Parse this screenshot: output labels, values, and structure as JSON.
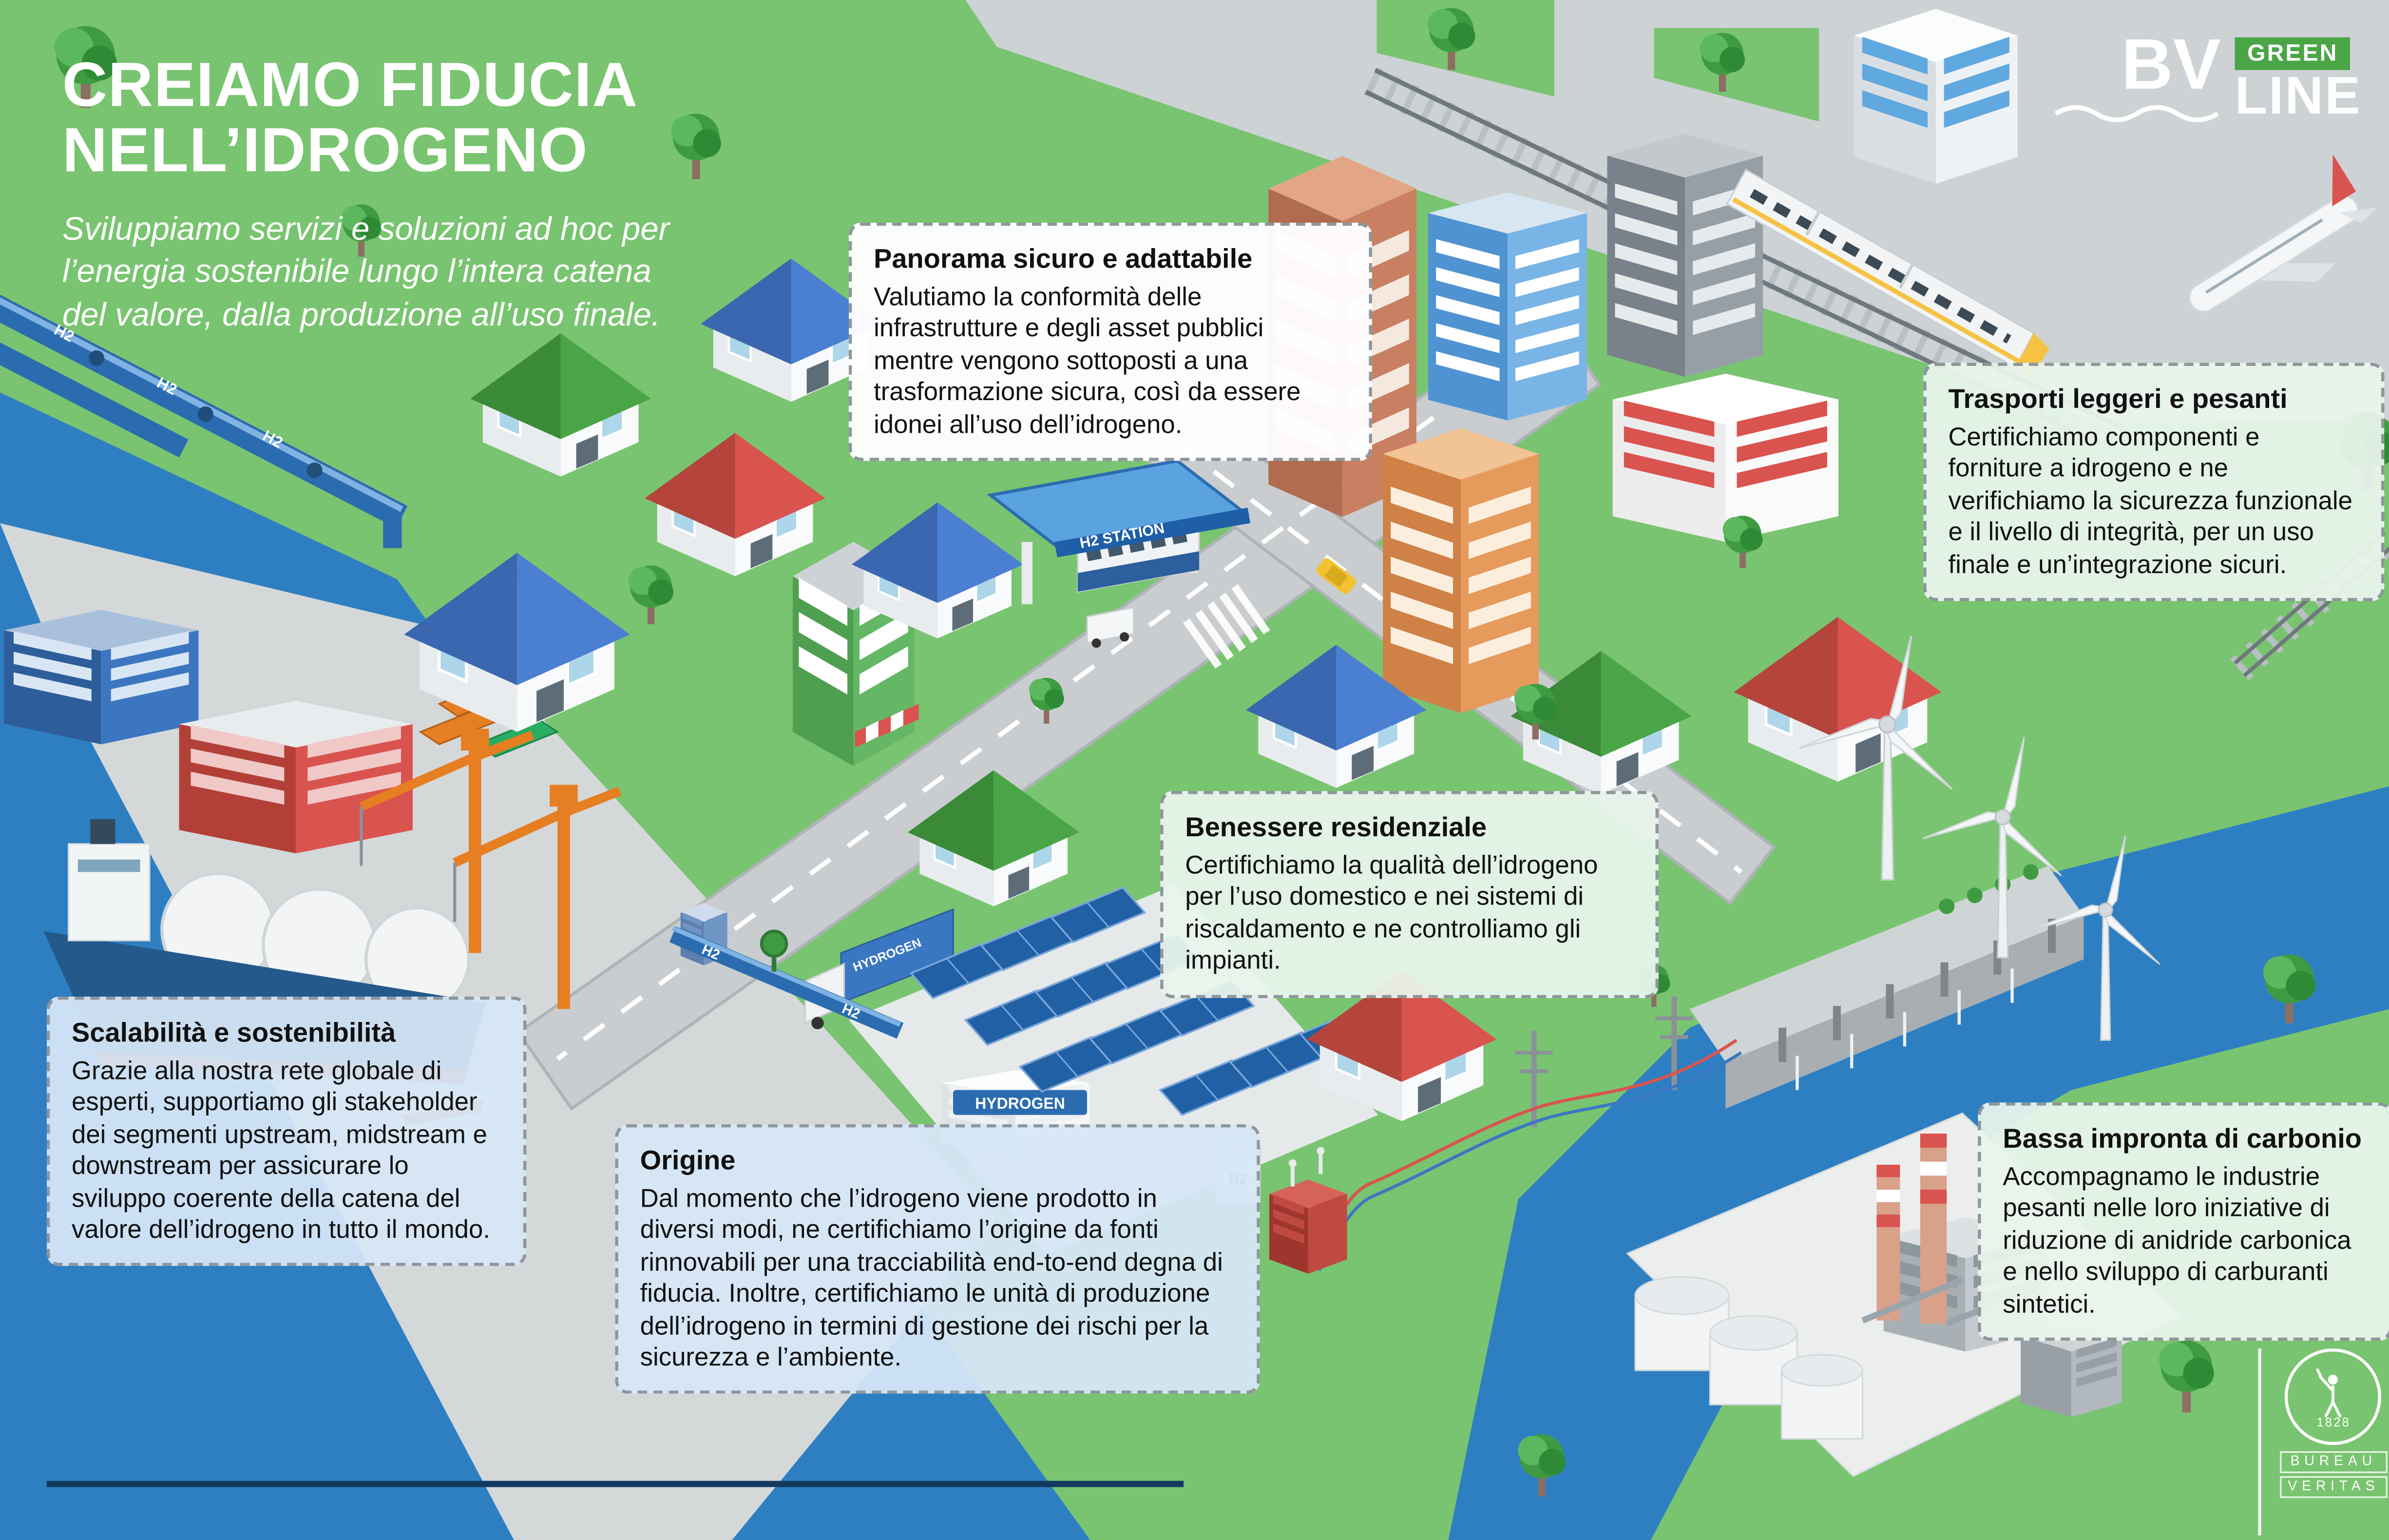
{
  "header": {
    "title_line1": "CREIAMO FIDUCIA",
    "title_line2": "NELL’IDROGENO",
    "subtitle": "Sviluppiamo servizi e soluzioni ad hoc per l’energia sostenibile lungo l’intera catena del valore, dalla produzione all’uso finale."
  },
  "logo": {
    "bv": "BV",
    "green": "GREEN",
    "line": "LINE"
  },
  "emblem": {
    "word1": "BUREAU",
    "word2": "VERITAS",
    "year": "1828"
  },
  "scene_labels": {
    "h2": "H2",
    "hydrogen": "HYDROGEN",
    "h2_station": "H2 STATION"
  },
  "callouts": [
    {
      "id": "panorama",
      "theme": "white",
      "title": "Panorama sicuro e adattabile",
      "body": "Valutiamo la conformità delle infrastrutture e degli asset pubblici mentre vengono sottoposti a una trasformazione sicura, così da essere idonei all’uso dell’idrogeno."
    },
    {
      "id": "trasporti",
      "theme": "green",
      "title": "Trasporti leggeri e pesanti",
      "body": "Certifichiamo componenti e forniture a idrogeno e ne verifichiamo la sicurezza funzionale e il livello di integrità, per un uso finale e un’integrazione sicuri."
    },
    {
      "id": "benessere",
      "theme": "green",
      "title": "Benessere residenziale",
      "body": "Certifichiamo la qualità dell’idrogeno per l’uso domestico e nei sistemi di riscaldamento e ne controlliamo gli impianti."
    },
    {
      "id": "scalabilita",
      "theme": "blue",
      "title": "Scalabilità e sostenibilità",
      "body": "Grazie alla nostra rete globale di esperti, supportiamo gli stakeholder dei segmenti upstream, midstream e downstream per assicurare lo sviluppo coerente della catena del valore dell’idrogeno in tutto il mondo."
    },
    {
      "id": "origine",
      "theme": "blue",
      "title": "Origine",
      "body": "Dal momento che l’idrogeno viene prodotto in diversi modi, ne certifichiamo l’origine da fonti rinnovabili per una tracciabilità end-to-end degna di fiducia. Inoltre, certifichiamo le unità di produzione dell’idrogeno in termini di gestione dei rischi per la sicurezza e l’ambiente."
    },
    {
      "id": "bassa",
      "theme": "green",
      "title": "Bassa impronta di carbonio",
      "body": "Accompagnamo le industrie pesanti nelle loro iniziative di riduzione di anidride carbonica e nello sviluppo di carburanti sintetici."
    }
  ],
  "colors": {
    "grass": "#79c470",
    "water": "#2e7fc2",
    "pavement": "#cdd2d5",
    "accent_green": "#4aa546",
    "navy_divider": "#123a5e",
    "callout_white": "#ffffff",
    "callout_green": "#e9f4ec",
    "callout_blue": "#d6e7f6"
  }
}
